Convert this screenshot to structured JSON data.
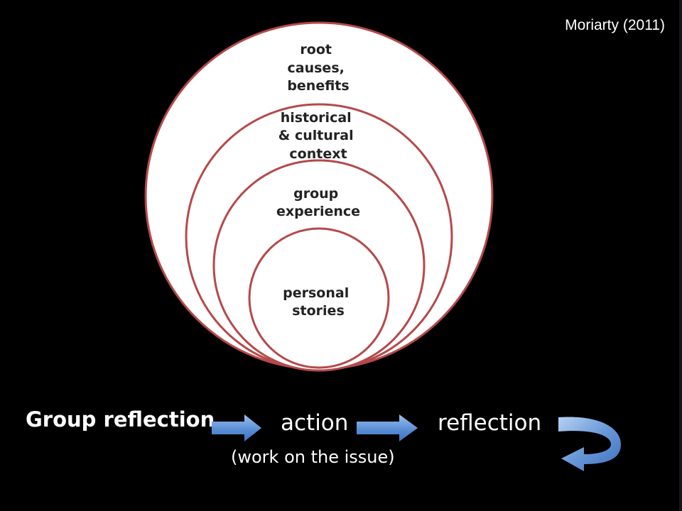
{
  "citation": "Moriarty (2011)",
  "rings": [
    {
      "label_lines": [
        "root",
        "causes,",
        "benefits"
      ]
    },
    {
      "label_lines": [
        "historical",
        "& cultural",
        "context"
      ]
    },
    {
      "label_lines": [
        "group",
        "experience"
      ]
    },
    {
      "label_lines": [
        "personal",
        "stories"
      ]
    }
  ],
  "flow": {
    "start": "Group reflection",
    "action": "action",
    "action_note": "(work on the issue)",
    "reflection": "reflection"
  },
  "colors": {
    "background": "#000000",
    "ring_fill": "#ffffff",
    "ring_stroke": "#b5494a",
    "arrow_blue": "#6a99d8"
  }
}
